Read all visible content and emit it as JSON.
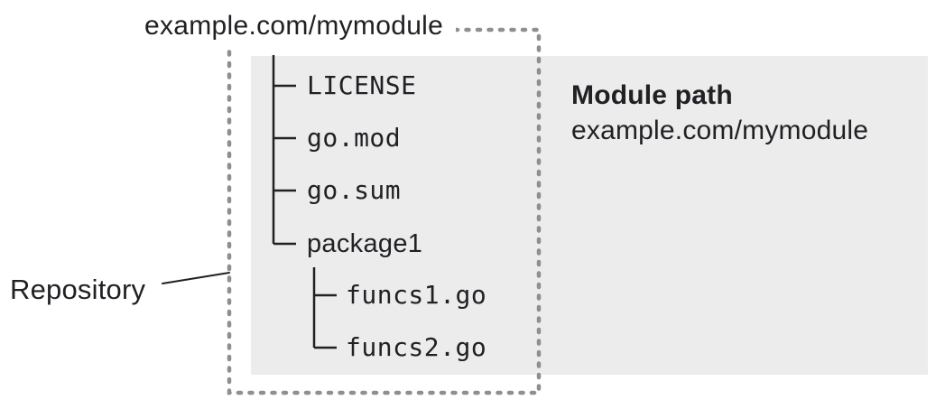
{
  "title": "example.com/mymodule",
  "repository": {
    "label": "Repository"
  },
  "module_panel": {
    "heading": "Module path",
    "path": "example.com/mymodule"
  },
  "tree": {
    "items": [
      {
        "label": "LICENSE",
        "type": "file",
        "depth": 1
      },
      {
        "label": "go.mod",
        "type": "file",
        "depth": 1
      },
      {
        "label": "go.sum",
        "type": "file",
        "depth": 1
      },
      {
        "label": "package1",
        "type": "directory",
        "depth": 1
      },
      {
        "label": "funcs1.go",
        "type": "file",
        "depth": 2
      },
      {
        "label": "funcs2.go",
        "type": "file",
        "depth": 2
      }
    ]
  },
  "colors": {
    "background": "#ffffff",
    "panel_bg": "#ececec",
    "dashed_border": "#8f8f8f",
    "tree_line": "#202124",
    "text": "#202124"
  }
}
